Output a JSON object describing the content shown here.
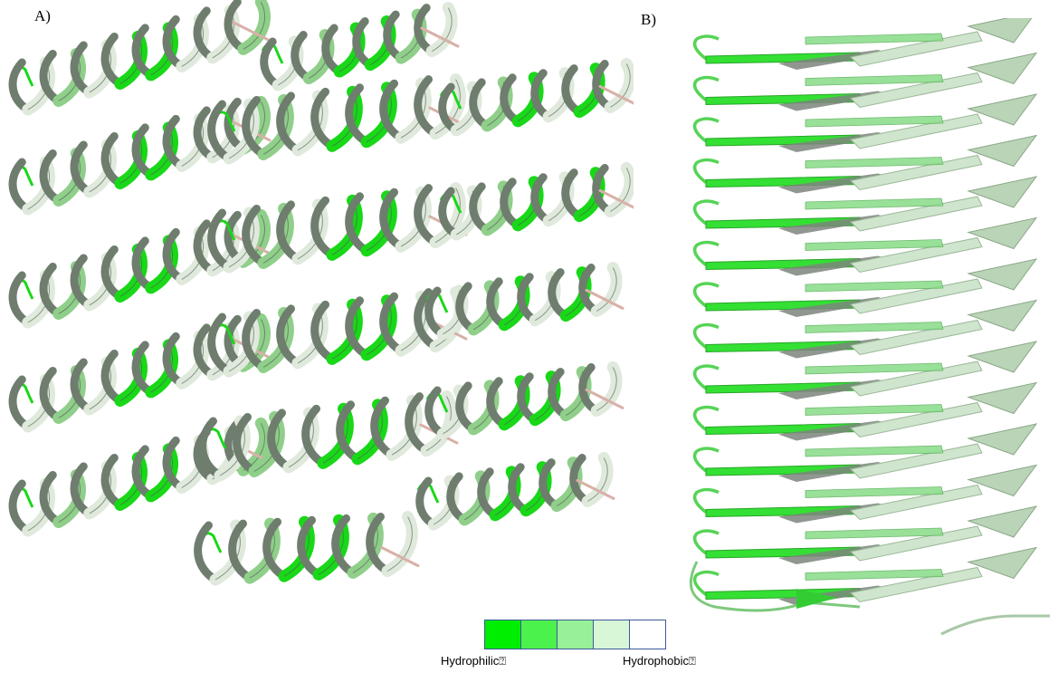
{
  "panels": {
    "a": {
      "label": "A)"
    },
    "b": {
      "label": "B)"
    }
  },
  "scale": {
    "colors": [
      "#00ee00",
      "#4cf24c",
      "#98f098",
      "#d7f7d7",
      "#ffffff"
    ],
    "left_label": "Hydrophilic⍰",
    "right_label": "Hydrophobic⍰"
  },
  "colors": {
    "helix_light": "#dfe9dc",
    "helix_mid": "#8fcf8a",
    "helix_bright": "#18d818",
    "helix_dark": "#6f7d6f",
    "sheet_bright": "#33e033",
    "sheet_light": "#cfe5cd",
    "sheet_grey": "#7c857c"
  }
}
